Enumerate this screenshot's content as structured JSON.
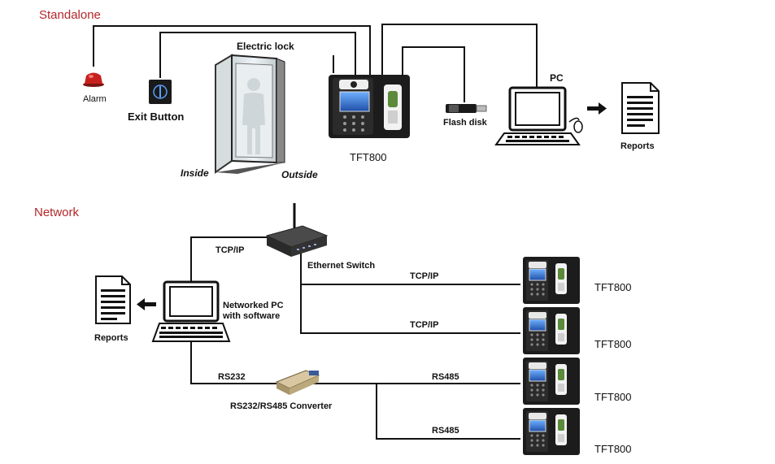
{
  "sections": {
    "standalone": "Standalone",
    "network": "Network"
  },
  "standalone": {
    "alarm": "Alarm",
    "exit_button": "Exit Button",
    "electric_lock": "Electric lock",
    "inside": "Inside",
    "outside": "Outside",
    "device": "TFT800",
    "flash_disk": "Flash disk",
    "pc": "PC",
    "reports": "Reports"
  },
  "network": {
    "tcpip_main": "TCP/IP",
    "ethernet_switch": "Ethernet Switch",
    "networked_pc": "Networked PC",
    "with_software": "with software",
    "reports": "Reports",
    "rs232": "RS232",
    "converter": "RS232/RS485 Converter",
    "links": [
      "TCP/IP",
      "TCP/IP",
      "RS485",
      "RS485"
    ],
    "devices": [
      "TFT800",
      "TFT800",
      "TFT800",
      "TFT800"
    ]
  },
  "colors": {
    "section_title": "#b3262a",
    "line": "#111111",
    "device_body": "#1a1a1a",
    "screen": "#2e6fd0",
    "alarm": "#c8201e"
  }
}
